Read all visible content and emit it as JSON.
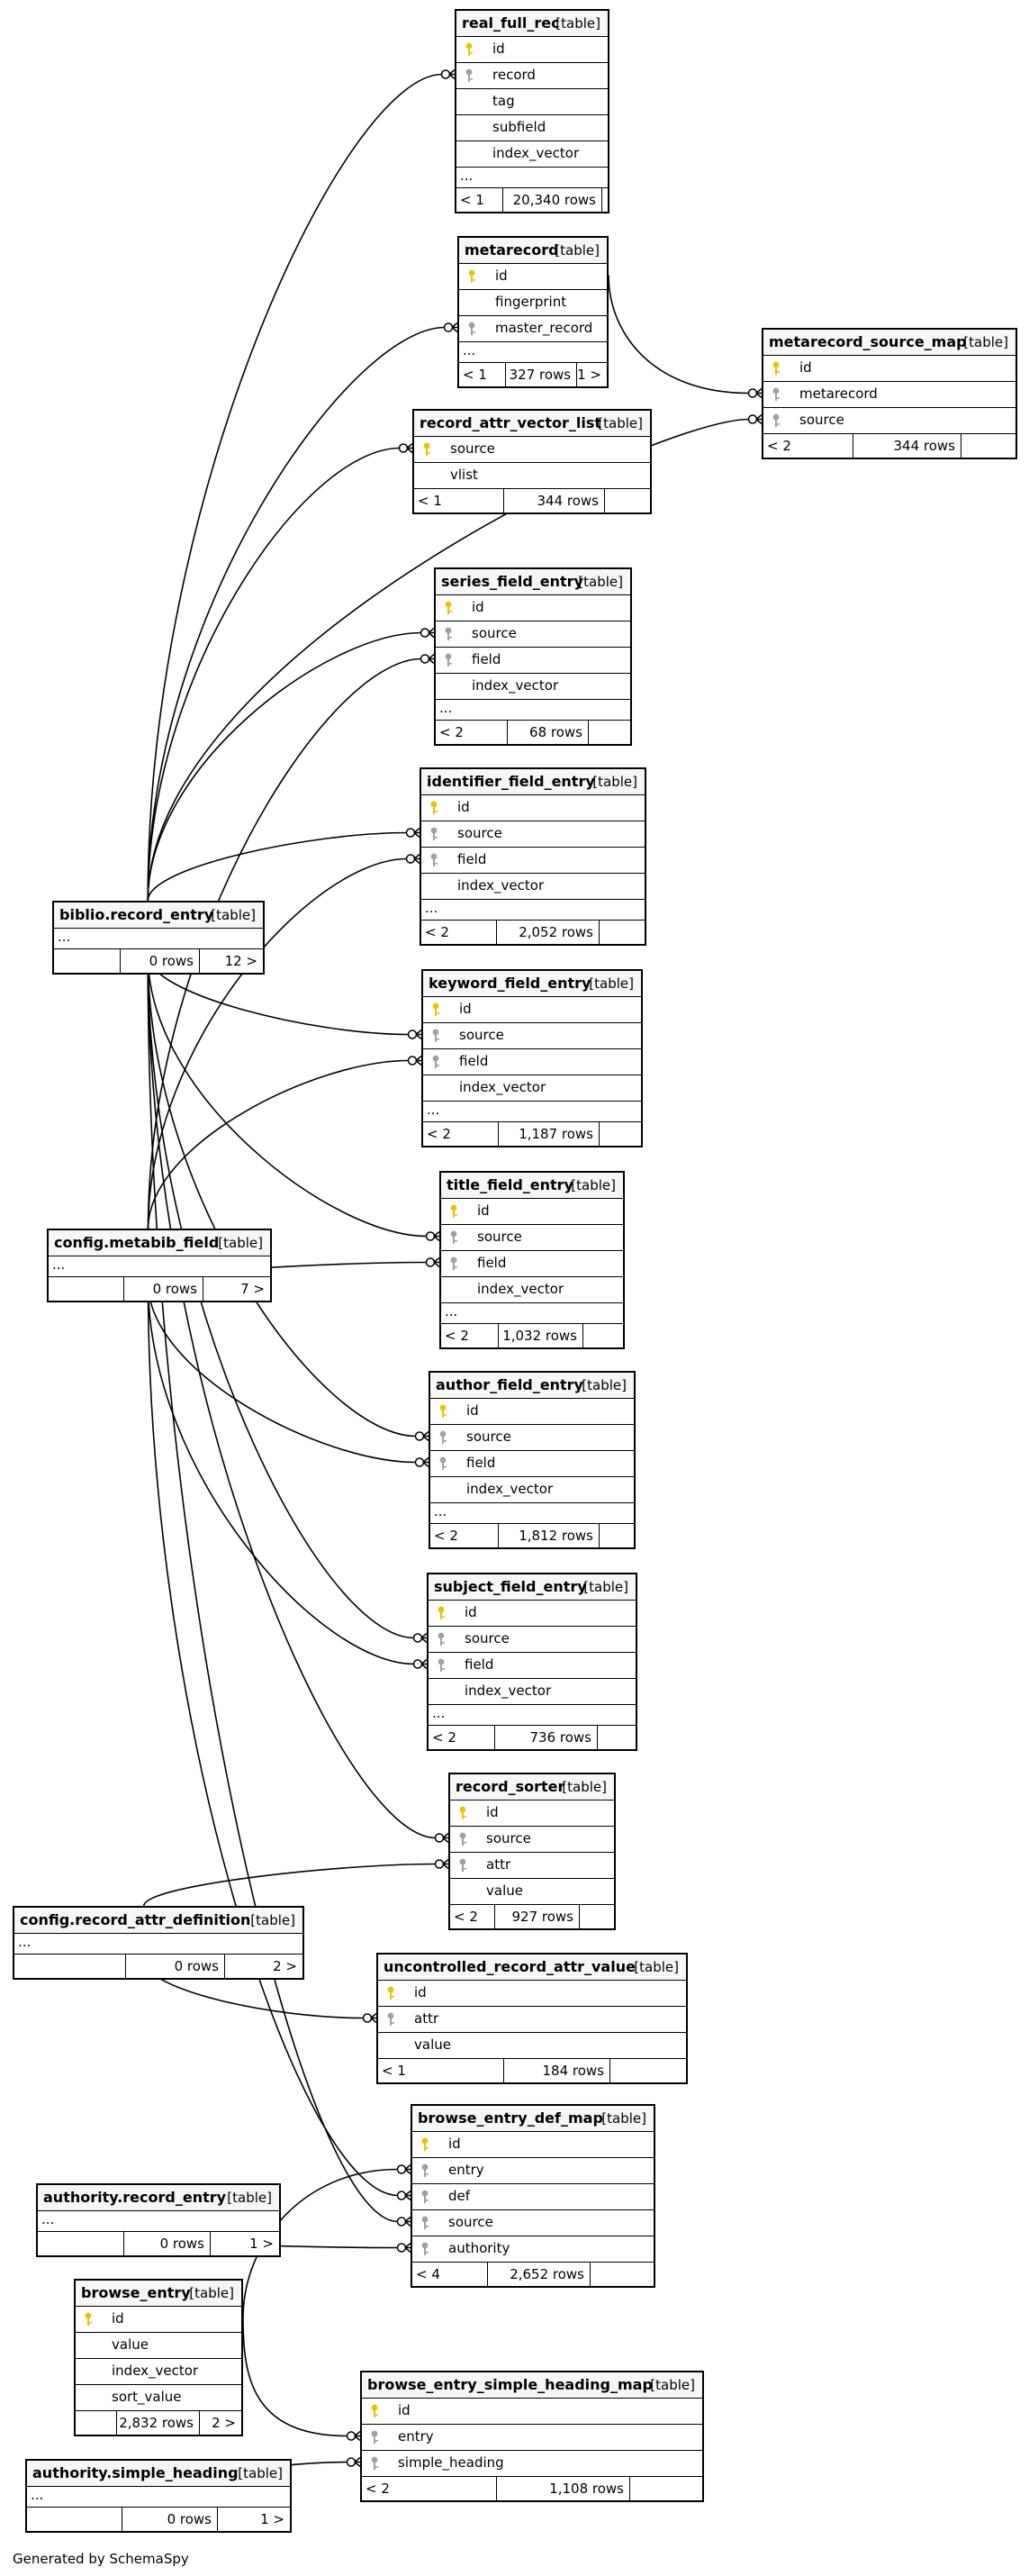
{
  "generated_by": "Generated by SchemaSpy",
  "colors": {
    "primary_key_icon": "#e8c400",
    "foreign_key_icon": "#a0a0a0",
    "line": "#000000"
  },
  "tables": [
    {
      "id": "real_full_rec",
      "name": "real_full_rec",
      "type": "[table]",
      "columns": [
        {
          "name": "id",
          "key": "pk"
        },
        {
          "name": "record",
          "key": "fk"
        },
        {
          "name": "tag",
          "key": ""
        },
        {
          "name": "subfield",
          "key": ""
        },
        {
          "name": "index_vector",
          "key": ""
        }
      ],
      "more": "...",
      "footer": {
        "left": "< 1",
        "rows": "20,340 rows",
        "right": ""
      }
    },
    {
      "id": "metarecord",
      "name": "metarecord",
      "type": "[table]",
      "columns": [
        {
          "name": "id",
          "key": "pk"
        },
        {
          "name": "fingerprint",
          "key": ""
        },
        {
          "name": "master_record",
          "key": "fk"
        }
      ],
      "more": "...",
      "footer": {
        "left": "< 1",
        "rows": "327 rows",
        "right": "1 >"
      }
    },
    {
      "id": "metarecord_source_map",
      "name": "metarecord_source_map",
      "type": "[table]",
      "columns": [
        {
          "name": "id",
          "key": "pk"
        },
        {
          "name": "metarecord",
          "key": "fk"
        },
        {
          "name": "source",
          "key": "fk"
        }
      ],
      "more": "",
      "footer": {
        "left": "< 2",
        "rows": "344 rows",
        "right": ""
      }
    },
    {
      "id": "record_attr_vector_list",
      "name": "record_attr_vector_list",
      "type": "[table]",
      "columns": [
        {
          "name": "source",
          "key": "pk"
        },
        {
          "name": "vlist",
          "key": ""
        }
      ],
      "more": "",
      "footer": {
        "left": "< 1",
        "rows": "344 rows",
        "right": ""
      }
    },
    {
      "id": "series_field_entry",
      "name": "series_field_entry",
      "type": "[table]",
      "columns": [
        {
          "name": "id",
          "key": "pk"
        },
        {
          "name": "source",
          "key": "fk"
        },
        {
          "name": "field",
          "key": "fk"
        },
        {
          "name": "index_vector",
          "key": ""
        }
      ],
      "more": "...",
      "footer": {
        "left": "< 2",
        "rows": "68 rows",
        "right": ""
      }
    },
    {
      "id": "identifier_field_entry",
      "name": "identifier_field_entry",
      "type": "[table]",
      "columns": [
        {
          "name": "id",
          "key": "pk"
        },
        {
          "name": "source",
          "key": "fk"
        },
        {
          "name": "field",
          "key": "fk"
        },
        {
          "name": "index_vector",
          "key": ""
        }
      ],
      "more": "...",
      "footer": {
        "left": "< 2",
        "rows": "2,052 rows",
        "right": ""
      }
    },
    {
      "id": "biblio_record_entry",
      "name": "biblio.record_entry",
      "type": "[table]",
      "columns": [],
      "more": "...",
      "footer": {
        "left": "",
        "rows": "0 rows",
        "right": "12 >"
      }
    },
    {
      "id": "keyword_field_entry",
      "name": "keyword_field_entry",
      "type": "[table]",
      "columns": [
        {
          "name": "id",
          "key": "pk"
        },
        {
          "name": "source",
          "key": "fk"
        },
        {
          "name": "field",
          "key": "fk"
        },
        {
          "name": "index_vector",
          "key": ""
        }
      ],
      "more": "...",
      "footer": {
        "left": "< 2",
        "rows": "1,187 rows",
        "right": ""
      }
    },
    {
      "id": "title_field_entry",
      "name": "title_field_entry",
      "type": "[table]",
      "columns": [
        {
          "name": "id",
          "key": "pk"
        },
        {
          "name": "source",
          "key": "fk"
        },
        {
          "name": "field",
          "key": "fk"
        },
        {
          "name": "index_vector",
          "key": ""
        }
      ],
      "more": "...",
      "footer": {
        "left": "< 2",
        "rows": "1,032 rows",
        "right": ""
      }
    },
    {
      "id": "config_metabib_field",
      "name": "config.metabib_field",
      "type": "[table]",
      "columns": [],
      "more": "...",
      "footer": {
        "left": "",
        "rows": "0 rows",
        "right": "7 >"
      }
    },
    {
      "id": "author_field_entry",
      "name": "author_field_entry",
      "type": "[table]",
      "columns": [
        {
          "name": "id",
          "key": "pk"
        },
        {
          "name": "source",
          "key": "fk"
        },
        {
          "name": "field",
          "key": "fk"
        },
        {
          "name": "index_vector",
          "key": ""
        }
      ],
      "more": "...",
      "footer": {
        "left": "< 2",
        "rows": "1,812 rows",
        "right": ""
      }
    },
    {
      "id": "subject_field_entry",
      "name": "subject_field_entry",
      "type": "[table]",
      "columns": [
        {
          "name": "id",
          "key": "pk"
        },
        {
          "name": "source",
          "key": "fk"
        },
        {
          "name": "field",
          "key": "fk"
        },
        {
          "name": "index_vector",
          "key": ""
        }
      ],
      "more": "...",
      "footer": {
        "left": "< 2",
        "rows": "736 rows",
        "right": ""
      }
    },
    {
      "id": "record_sorter",
      "name": "record_sorter",
      "type": "[table]",
      "columns": [
        {
          "name": "id",
          "key": "pk"
        },
        {
          "name": "source",
          "key": "fk"
        },
        {
          "name": "attr",
          "key": "fk"
        },
        {
          "name": "value",
          "key": ""
        }
      ],
      "more": "",
      "footer": {
        "left": "< 2",
        "rows": "927 rows",
        "right": ""
      }
    },
    {
      "id": "config_record_attr_definition",
      "name": "config.record_attr_definition",
      "type": "[table]",
      "columns": [],
      "more": "...",
      "footer": {
        "left": "",
        "rows": "0 rows",
        "right": "2 >"
      }
    },
    {
      "id": "uncontrolled_record_attr_value",
      "name": "uncontrolled_record_attr_value",
      "type": "[table]",
      "columns": [
        {
          "name": "id",
          "key": "pk"
        },
        {
          "name": "attr",
          "key": "fk"
        },
        {
          "name": "value",
          "key": ""
        }
      ],
      "more": "",
      "footer": {
        "left": "< 1",
        "rows": "184 rows",
        "right": ""
      }
    },
    {
      "id": "browse_entry_def_map",
      "name": "browse_entry_def_map",
      "type": "[table]",
      "columns": [
        {
          "name": "id",
          "key": "pk"
        },
        {
          "name": "entry",
          "key": "fk"
        },
        {
          "name": "def",
          "key": "fk"
        },
        {
          "name": "source",
          "key": "fk"
        },
        {
          "name": "authority",
          "key": "fk"
        }
      ],
      "more": "",
      "footer": {
        "left": "< 4",
        "rows": "2,652 rows",
        "right": ""
      }
    },
    {
      "id": "authority_record_entry",
      "name": "authority.record_entry",
      "type": "[table]",
      "columns": [],
      "more": "...",
      "footer": {
        "left": "",
        "rows": "0 rows",
        "right": "1 >"
      }
    },
    {
      "id": "browse_entry",
      "name": "browse_entry",
      "type": "[table]",
      "columns": [
        {
          "name": "id",
          "key": "pk"
        },
        {
          "name": "value",
          "key": ""
        },
        {
          "name": "index_vector",
          "key": ""
        },
        {
          "name": "sort_value",
          "key": ""
        }
      ],
      "more": "",
      "footer": {
        "left": "",
        "rows": "2,832 rows",
        "right": "2 >"
      }
    },
    {
      "id": "browse_entry_simple_heading_map",
      "name": "browse_entry_simple_heading_map",
      "type": "[table]",
      "columns": [
        {
          "name": "id",
          "key": "pk"
        },
        {
          "name": "entry",
          "key": "fk"
        },
        {
          "name": "simple_heading",
          "key": "fk"
        }
      ],
      "more": "",
      "footer": {
        "left": "< 2",
        "rows": "1,108 rows",
        "right": ""
      }
    },
    {
      "id": "authority_simple_heading",
      "name": "authority.simple_heading",
      "type": "[table]",
      "columns": [],
      "more": "...",
      "footer": {
        "left": "",
        "rows": "0 rows",
        "right": "1 >"
      }
    }
  ],
  "relationships": [
    {
      "from": "real_full_rec.record",
      "to": "biblio_record_entry"
    },
    {
      "from": "metarecord.master_record",
      "to": "biblio_record_entry"
    },
    {
      "from": "metarecord_source_map.metarecord",
      "to": "metarecord.id"
    },
    {
      "from": "metarecord_source_map.source",
      "to": "biblio_record_entry"
    },
    {
      "from": "record_attr_vector_list.source",
      "to": "biblio_record_entry"
    },
    {
      "from": "series_field_entry.source",
      "to": "biblio_record_entry"
    },
    {
      "from": "series_field_entry.field",
      "to": "config_metabib_field"
    },
    {
      "from": "identifier_field_entry.source",
      "to": "biblio_record_entry"
    },
    {
      "from": "identifier_field_entry.field",
      "to": "config_metabib_field"
    },
    {
      "from": "keyword_field_entry.source",
      "to": "biblio_record_entry"
    },
    {
      "from": "keyword_field_entry.field",
      "to": "config_metabib_field"
    },
    {
      "from": "title_field_entry.source",
      "to": "biblio_record_entry"
    },
    {
      "from": "title_field_entry.field",
      "to": "config_metabib_field"
    },
    {
      "from": "author_field_entry.source",
      "to": "biblio_record_entry"
    },
    {
      "from": "author_field_entry.field",
      "to": "config_metabib_field"
    },
    {
      "from": "subject_field_entry.source",
      "to": "biblio_record_entry"
    },
    {
      "from": "subject_field_entry.field",
      "to": "config_metabib_field"
    },
    {
      "from": "record_sorter.source",
      "to": "biblio_record_entry"
    },
    {
      "from": "record_sorter.attr",
      "to": "config_record_attr_definition"
    },
    {
      "from": "uncontrolled_record_attr_value.attr",
      "to": "config_record_attr_definition"
    },
    {
      "from": "browse_entry_def_map.entry",
      "to": "browse_entry.id"
    },
    {
      "from": "browse_entry_def_map.def",
      "to": "config_metabib_field"
    },
    {
      "from": "browse_entry_def_map.source",
      "to": "biblio_record_entry"
    },
    {
      "from": "browse_entry_def_map.authority",
      "to": "authority_record_entry"
    },
    {
      "from": "browse_entry_simple_heading_map.entry",
      "to": "browse_entry.id"
    },
    {
      "from": "browse_entry_simple_heading_map.simple_heading",
      "to": "authority_simple_heading"
    }
  ]
}
